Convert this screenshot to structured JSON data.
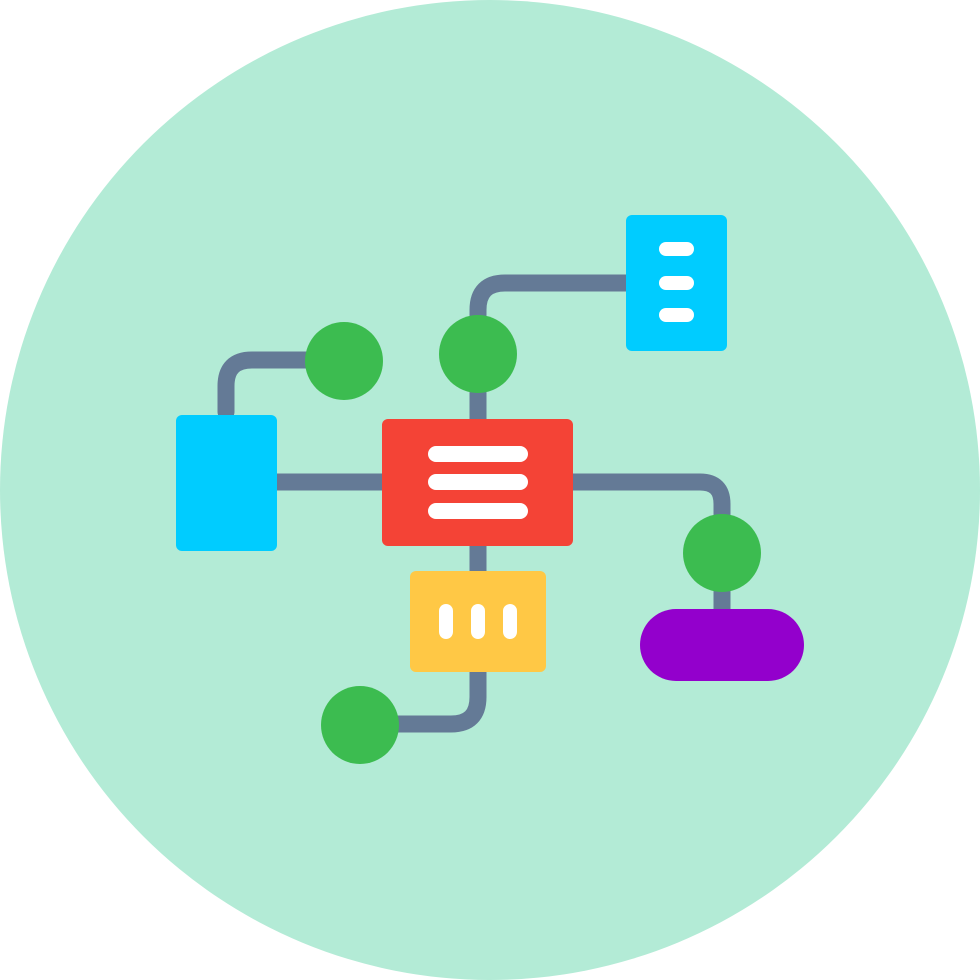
{
  "icon": {
    "name": "workflow-diagram-icon",
    "colors": {
      "background_circle": "#B3EBD6",
      "connector": "#647A96",
      "main_block": "#F44336",
      "side_blocks": "#00CCFF",
      "sub_block": "#FFC845",
      "node": "#3CBC50",
      "terminal": "#9300CC",
      "stripe": "#FFFFFF"
    },
    "nodes": [
      {
        "name": "main-process-block",
        "shape": "rectangle",
        "color": "#F44336",
        "lines": 3
      },
      {
        "name": "left-block",
        "shape": "rectangle",
        "color": "#00CCFF"
      },
      {
        "name": "top-right-document-block",
        "shape": "rectangle",
        "color": "#00CCFF",
        "lines": 3
      },
      {
        "name": "bottom-sub-block",
        "shape": "rectangle",
        "color": "#FFC845",
        "bars": 3
      },
      {
        "name": "terminal-pill",
        "shape": "pill",
        "color": "#9300CC"
      },
      {
        "name": "connection-node",
        "shape": "circle",
        "color": "#3CBC50",
        "count": 4
      }
    ]
  }
}
